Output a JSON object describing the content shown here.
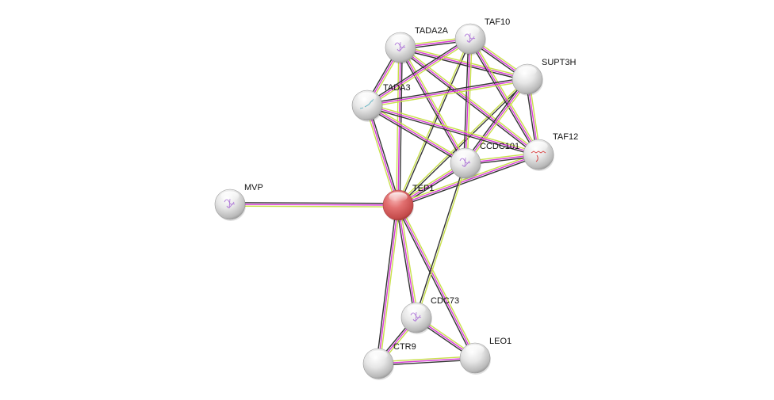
{
  "network": {
    "query_protein": "TEP1",
    "colors": {
      "query_node": "#e36a6a",
      "other_node": "#d9d9d9",
      "edge_textmining": "#c8e04a",
      "edge_experiments": "#d93bd9",
      "edge_coexpression": "#333333"
    },
    "nodes": [
      {
        "id": "TADA2A",
        "label": "TADA2A",
        "query": false,
        "structure": "purple"
      },
      {
        "id": "TAF10",
        "label": "TAF10",
        "query": false,
        "structure": "purple"
      },
      {
        "id": "SUPT3H",
        "label": "SUPT3H",
        "query": false,
        "structure": "none"
      },
      {
        "id": "TADA3",
        "label": "TADA3",
        "query": false,
        "structure": "multicolor"
      },
      {
        "id": "CCDC101",
        "label": "CCDC101",
        "query": false,
        "structure": "purple"
      },
      {
        "id": "TAF12",
        "label": "TAF12",
        "query": false,
        "structure": "red"
      },
      {
        "id": "TEP1",
        "label": "TEP1",
        "query": true,
        "structure": "none"
      },
      {
        "id": "MVP",
        "label": "MVP",
        "query": false,
        "structure": "purple"
      },
      {
        "id": "CDC73",
        "label": "CDC73",
        "query": false,
        "structure": "purple"
      },
      {
        "id": "CTR9",
        "label": "CTR9",
        "query": false,
        "structure": "none"
      },
      {
        "id": "LEO1",
        "label": "LEO1",
        "query": false,
        "structure": "none"
      }
    ],
    "edges": [
      {
        "source": "TEP1",
        "target": "MVP",
        "types": [
          "textmining",
          "experiments",
          "coexpression"
        ]
      },
      {
        "source": "TEP1",
        "target": "TADA3",
        "types": [
          "textmining",
          "experiments",
          "coexpression"
        ]
      },
      {
        "source": "TEP1",
        "target": "TADA2A",
        "types": [
          "textmining",
          "experiments",
          "coexpression"
        ]
      },
      {
        "source": "TEP1",
        "target": "TAF10",
        "types": [
          "textmining",
          "coexpression"
        ]
      },
      {
        "source": "TEP1",
        "target": "CCDC101",
        "types": [
          "textmining",
          "experiments",
          "coexpression"
        ]
      },
      {
        "source": "TEP1",
        "target": "TAF12",
        "types": [
          "textmining",
          "experiments",
          "coexpression"
        ]
      },
      {
        "source": "TEP1",
        "target": "SUPT3H",
        "types": [
          "textmining",
          "coexpression"
        ]
      },
      {
        "source": "TEP1",
        "target": "CDC73",
        "types": [
          "textmining",
          "experiments",
          "coexpression"
        ]
      },
      {
        "source": "TEP1",
        "target": "CTR9",
        "types": [
          "textmining",
          "experiments",
          "coexpression"
        ]
      },
      {
        "source": "TEP1",
        "target": "LEO1",
        "types": [
          "textmining",
          "experiments",
          "coexpression"
        ]
      },
      {
        "source": "TADA2A",
        "target": "TAF10",
        "types": [
          "textmining",
          "experiments",
          "coexpression"
        ]
      },
      {
        "source": "TADA2A",
        "target": "SUPT3H",
        "types": [
          "textmining",
          "experiments",
          "coexpression"
        ]
      },
      {
        "source": "TADA2A",
        "target": "TADA3",
        "types": [
          "textmining",
          "experiments",
          "coexpression"
        ]
      },
      {
        "source": "TADA2A",
        "target": "CCDC101",
        "types": [
          "textmining",
          "experiments",
          "coexpression"
        ]
      },
      {
        "source": "TADA2A",
        "target": "TAF12",
        "types": [
          "textmining",
          "experiments",
          "coexpression"
        ]
      },
      {
        "source": "TAF10",
        "target": "SUPT3H",
        "types": [
          "textmining",
          "experiments",
          "coexpression"
        ]
      },
      {
        "source": "TAF10",
        "target": "TADA3",
        "types": [
          "textmining",
          "experiments",
          "coexpression"
        ]
      },
      {
        "source": "TAF10",
        "target": "CCDC101",
        "types": [
          "textmining",
          "experiments",
          "coexpression"
        ]
      },
      {
        "source": "TAF10",
        "target": "TAF12",
        "types": [
          "textmining",
          "experiments",
          "coexpression"
        ]
      },
      {
        "source": "SUPT3H",
        "target": "TADA3",
        "types": [
          "textmining",
          "experiments",
          "coexpression"
        ]
      },
      {
        "source": "SUPT3H",
        "target": "CCDC101",
        "types": [
          "textmining",
          "experiments",
          "coexpression"
        ]
      },
      {
        "source": "SUPT3H",
        "target": "TAF12",
        "types": [
          "textmining",
          "experiments",
          "coexpression"
        ]
      },
      {
        "source": "TADA3",
        "target": "CCDC101",
        "types": [
          "textmining",
          "experiments",
          "coexpression"
        ]
      },
      {
        "source": "TADA3",
        "target": "TAF12",
        "types": [
          "textmining",
          "experiments",
          "coexpression"
        ]
      },
      {
        "source": "CCDC101",
        "target": "TAF12",
        "types": [
          "textmining",
          "experiments",
          "coexpression"
        ]
      },
      {
        "source": "CCDC101",
        "target": "CDC73",
        "types": [
          "textmining",
          "coexpression"
        ]
      },
      {
        "source": "CDC73",
        "target": "CTR9",
        "types": [
          "textmining",
          "experiments",
          "coexpression"
        ]
      },
      {
        "source": "CDC73",
        "target": "LEO1",
        "types": [
          "textmining",
          "experiments",
          "coexpression"
        ]
      },
      {
        "source": "CTR9",
        "target": "LEO1",
        "types": [
          "textmining",
          "experiments",
          "coexpression"
        ]
      }
    ]
  }
}
